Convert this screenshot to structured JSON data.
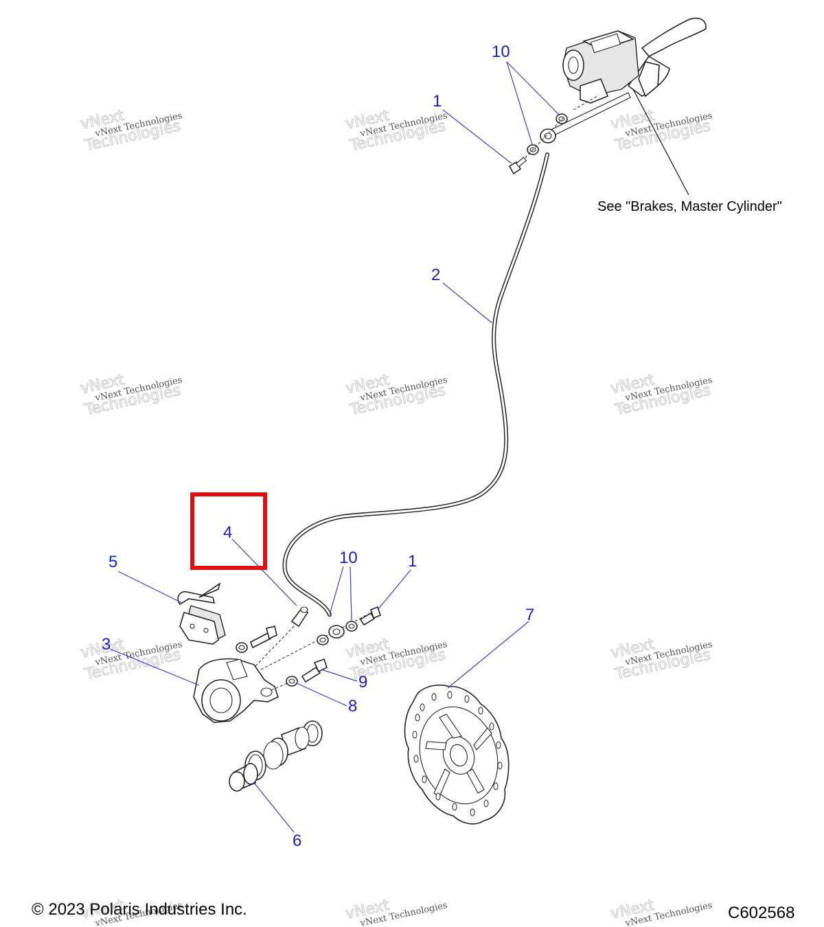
{
  "callouts": {
    "c1_top": "1",
    "c10_top": "10",
    "c2": "2",
    "c4": "4",
    "c5": "5",
    "c10_bottom": "10",
    "c1_bottom": "1",
    "c7": "7",
    "c3": "3",
    "c9": "9",
    "c8": "8",
    "c6": "6"
  },
  "note": "See \"Brakes, Master Cylinder\"",
  "footer": {
    "copyright": "© 2023 Polaris Industries Inc.",
    "code": "C602568"
  },
  "watermark": {
    "line1": "vNext Technologies",
    "big": "Technologies",
    "top": "vNext"
  },
  "colors": {
    "callout": "#1a1acc",
    "highlight": "#e01010"
  }
}
